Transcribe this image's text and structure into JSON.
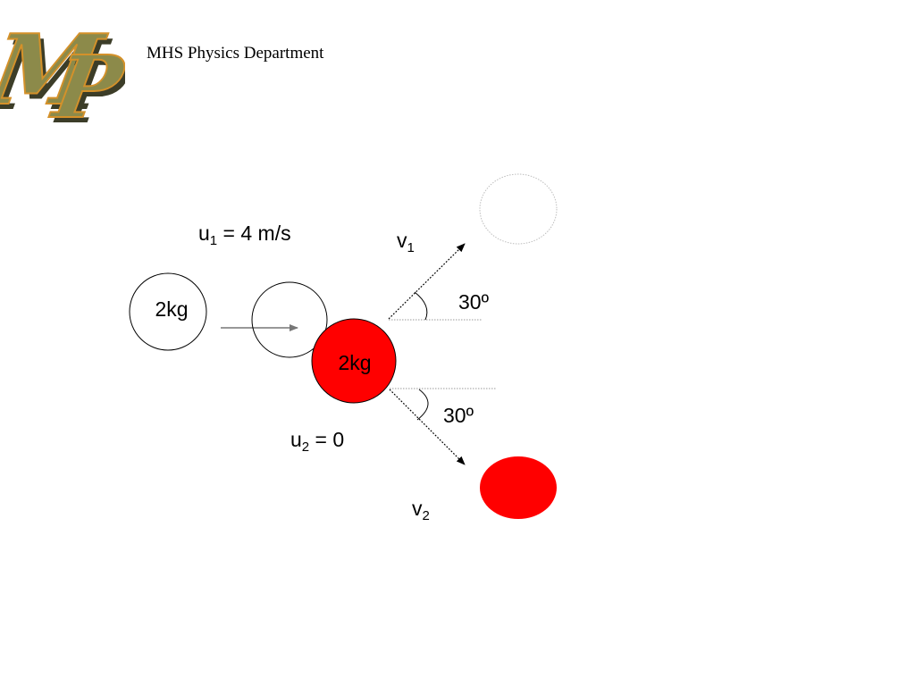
{
  "header": {
    "logo_text": "MP",
    "department": "MHS Physics Department"
  },
  "diagram": {
    "ball_a_mass": "2kg",
    "ball_b_mass": "2kg",
    "u1": {
      "symbol": "u",
      "subscript": "1",
      "rest": " = 4 m/s"
    },
    "u2": {
      "symbol": "u",
      "subscript": "2",
      "rest": " = 0"
    },
    "v1": {
      "symbol": "v",
      "subscript": "1"
    },
    "v2": {
      "symbol": "v",
      "subscript": "2"
    },
    "angle_upper": "30º",
    "angle_lower": "30º"
  },
  "colors": {
    "target_ball": "#ff0000",
    "outline": "#000000",
    "faded_outline": "#bdbdbd",
    "arrow_gray": "#777777",
    "logo_face": "#8c8a4a",
    "logo_edge": "#d4912a",
    "logo_shadow": "#3c3d28"
  }
}
